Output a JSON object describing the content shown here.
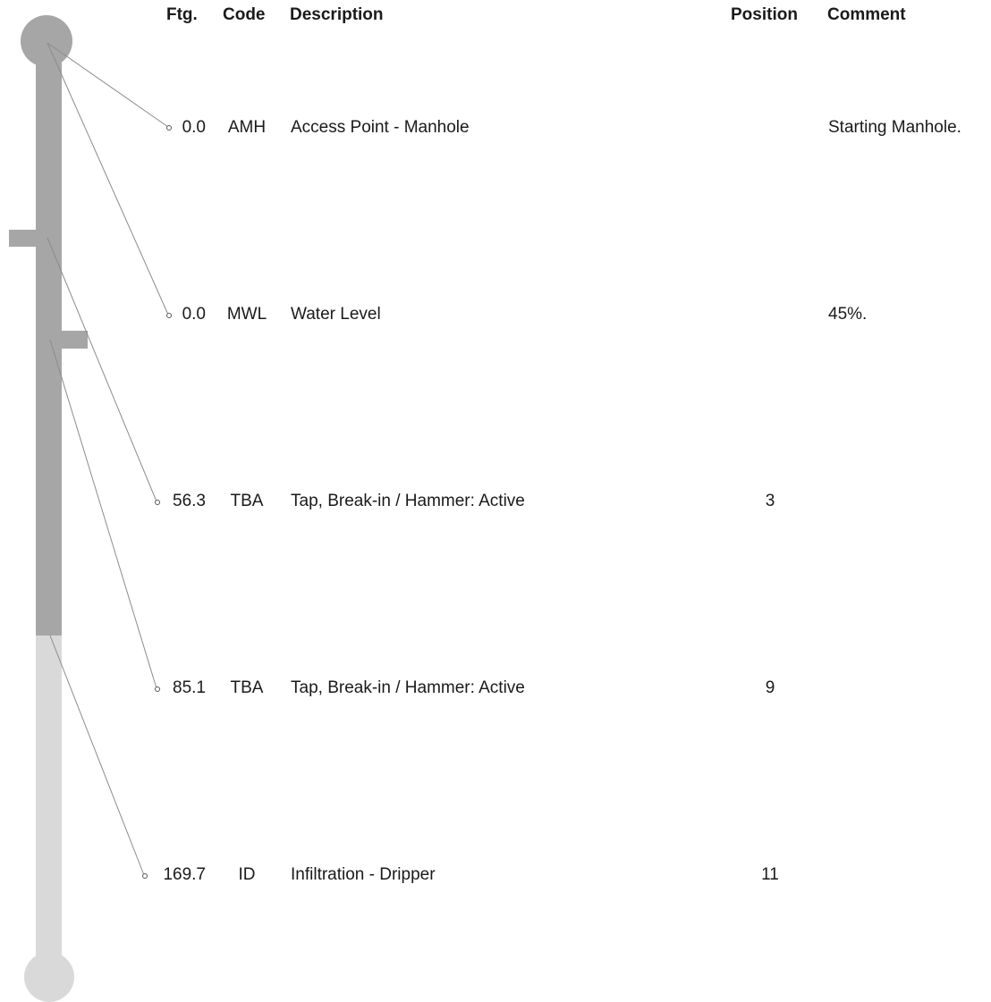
{
  "headers": {
    "ftg": "Ftg.",
    "code": "Code",
    "description": "Description",
    "position": "Position",
    "comment": "Comment"
  },
  "observations": [
    {
      "ftg": "0.0",
      "code": "AMH",
      "description": "Access Point - Manhole",
      "position": "",
      "comment": "Starting Manhole."
    },
    {
      "ftg": "0.0",
      "code": "MWL",
      "description": "Water Level",
      "position": "",
      "comment": "45%."
    },
    {
      "ftg": "56.3",
      "code": "TBA",
      "description": "Tap, Break-in / Hammer: Active",
      "position": "3",
      "comment": ""
    },
    {
      "ftg": "85.1",
      "code": "TBA",
      "description": "Tap, Break-in / Hammer: Active",
      "position": "9",
      "comment": ""
    },
    {
      "ftg": "169.7",
      "code": "ID",
      "description": "Infiltration - Dripper",
      "position": "11",
      "comment": ""
    }
  ],
  "colors": {
    "pipe_surveyed": "#a6a6a6",
    "pipe_unsurveyed": "#d9d9d9",
    "leader_line": "#8c8c8c"
  }
}
